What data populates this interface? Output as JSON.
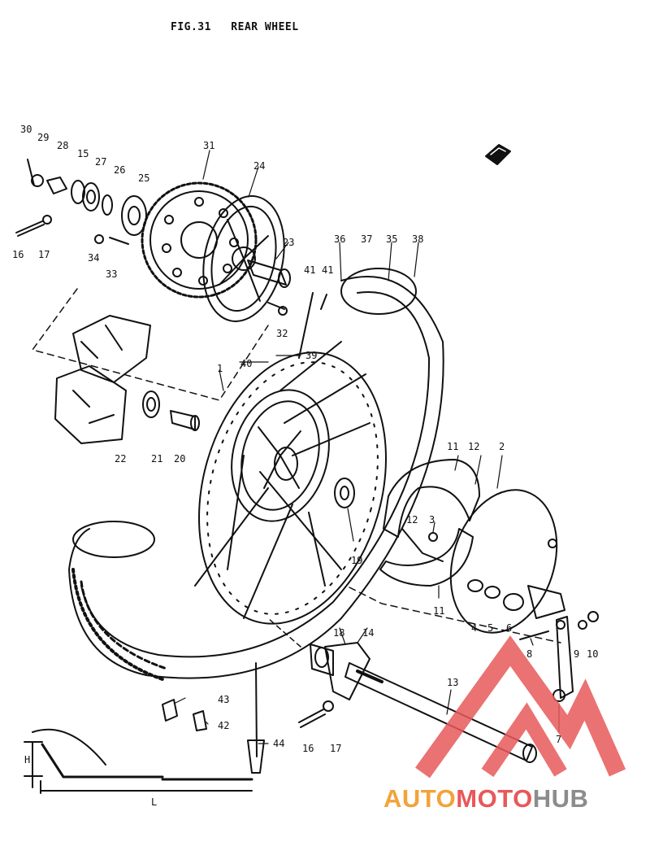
{
  "figure": {
    "number": "FIG.31",
    "title": "REAR WHEEL"
  },
  "callouts": [
    "30",
    "29",
    "28",
    "15",
    "27",
    "26",
    "25",
    "31",
    "24",
    "23",
    "16",
    "17",
    "34",
    "33",
    "36",
    "37",
    "35",
    "38",
    "41",
    "41",
    "32",
    "40",
    "39",
    "1",
    "22",
    "21",
    "20",
    "11",
    "12",
    "2",
    "12",
    "3",
    "19",
    "11",
    "4",
    "5",
    "6",
    "8",
    "9",
    "10",
    "18",
    "14",
    "13",
    "7",
    "43",
    "42",
    "16",
    "17",
    "44"
  ],
  "dimension_labels": {
    "height": "H",
    "length": "L"
  },
  "watermark": {
    "part_a": "AUTO",
    "part_b": "MOTO",
    "part_c": "HUB",
    "color_a": "#f2a33a",
    "color_b": "#e8585a",
    "color_c": "#8c8c8c",
    "logo_color": "#e85a5a"
  },
  "ink_color": "#111111"
}
